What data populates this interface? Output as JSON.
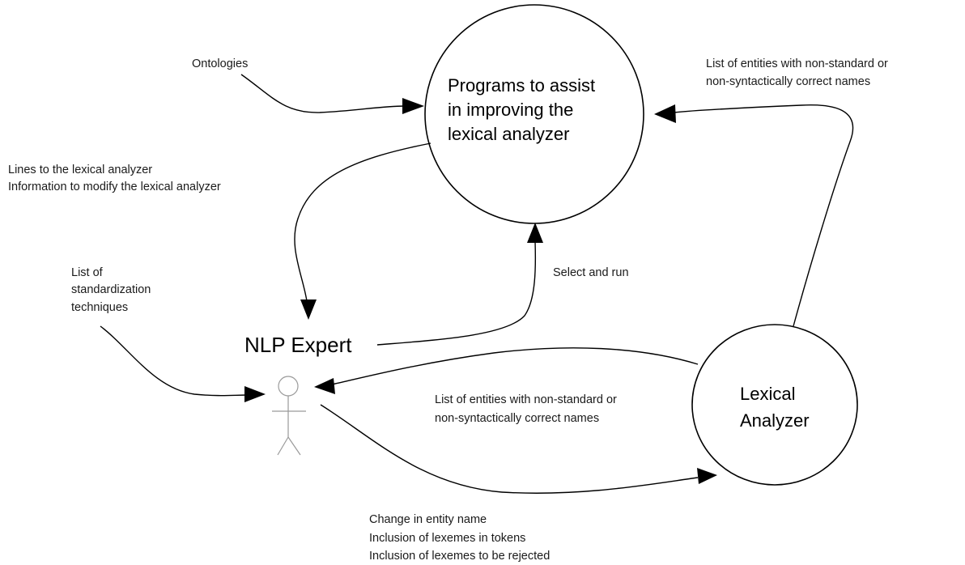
{
  "nodes": {
    "programs": {
      "lines": [
        "Programs to assist",
        "in improving the",
        "lexical analyzer"
      ]
    },
    "lexical_analyzer": {
      "lines": [
        "Lexical",
        "Analyzer"
      ]
    },
    "nlp_expert": {
      "label": "NLP Expert"
    }
  },
  "flows": {
    "ontologies": {
      "lines": [
        "Ontologies"
      ]
    },
    "entities_to_programs": {
      "lines": [
        "List of entities with non-standard or",
        "non-syntactically correct names"
      ]
    },
    "lines_to_analyzer": {
      "lines": [
        "Lines to the lexical analyzer",
        "Information to modify the lexical analyzer"
      ]
    },
    "standardization": {
      "lines": [
        "List of",
        "standardization",
        "techniques"
      ]
    },
    "select_run": {
      "lines": [
        "Select and run"
      ]
    },
    "entities_to_expert": {
      "lines": [
        "List of entities with non-standard or",
        "non-syntactically correct names"
      ]
    },
    "changes": {
      "lines": [
        "Change in entity name",
        "Inclusion of lexemes in tokens",
        "Inclusion of lexemes to be rejected"
      ]
    }
  }
}
